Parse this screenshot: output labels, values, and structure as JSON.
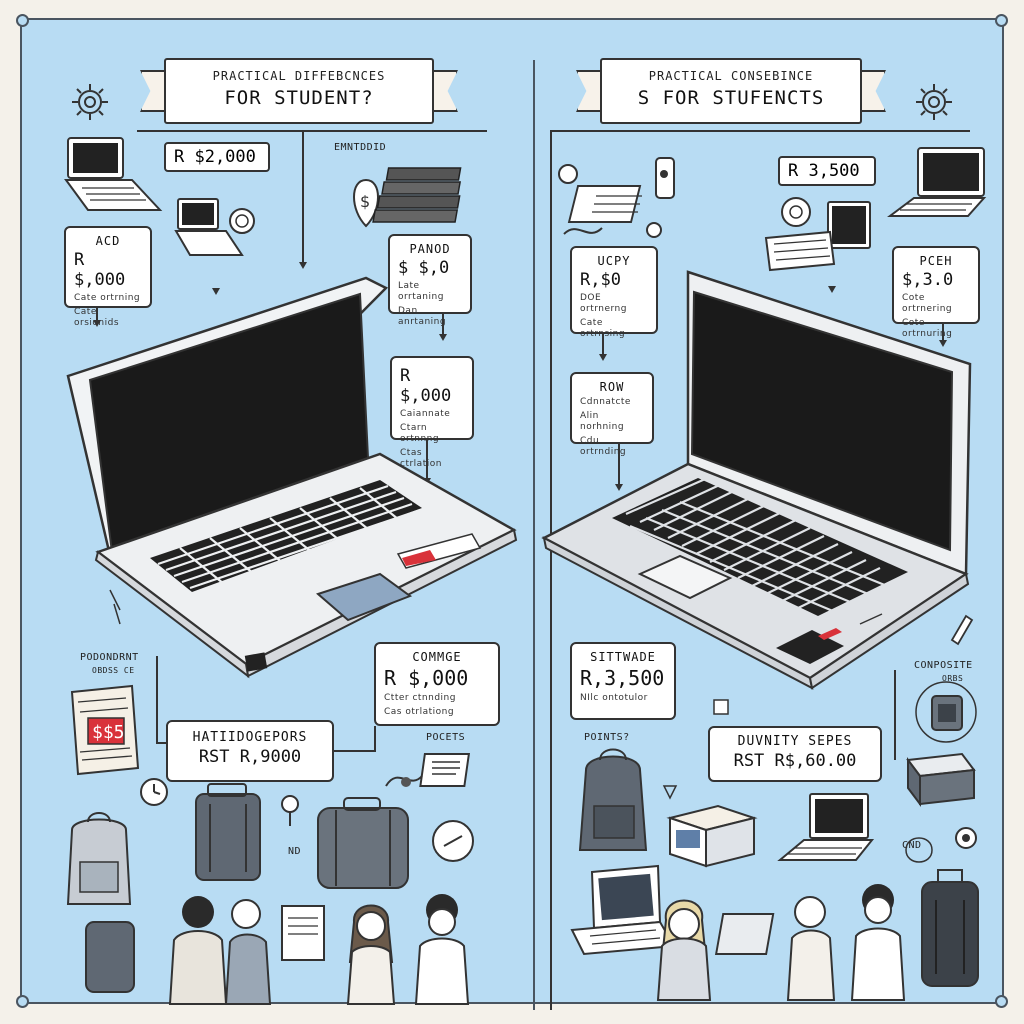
{
  "left": {
    "banner": {
      "line1": "PRACTICAL DIFFEBCNCES",
      "line2": "FOR STUDENT?"
    },
    "top_price": "R $2,000",
    "top_label": "EMNTDDID",
    "card_a": {
      "head": "ACD",
      "price": "R $,000",
      "fine1": "Cate ortrning",
      "fine2": "Cate orsionids"
    },
    "card_b": {
      "head": "PANOD",
      "price": "$ $,0",
      "fine1": "Late orrtaning",
      "fine2": "Dan anrtaning"
    },
    "card_c": {
      "head": "",
      "price": "R $,000",
      "fine1": "Caiannate",
      "fine2": "Ctarn ortnnng",
      "fine3": "Ctas ctrlation"
    },
    "card_d": {
      "head": "COMMGE",
      "price": "R $,000",
      "fine1": "Ctter ctnnding",
      "fine2": "Cas otrlationg"
    },
    "card_e": {
      "line1": "HATIIDOGEPORS",
      "line2": "RST  R,9000"
    },
    "label_product": "PODONDRNT",
    "label_product_sub": "OBDSS CE",
    "label_product_book": "$$5",
    "label_rocets": "POCETS",
    "label_nd": "ND"
  },
  "right": {
    "banner": {
      "line1": "PRACTICAL CONSEBINCE",
      "line2": "S FOR STUFENCTS"
    },
    "top_price": "R 3,500",
    "card_a": {
      "head": "UCPY",
      "price": "R,$0",
      "fine1": "DOE ortrnerng",
      "fine2": "Cate ortrnsing"
    },
    "card_b": {
      "head": "PCEH",
      "price": "$,3.0",
      "fine1": "Cote ortrnering",
      "fine2": "Cote ortrnuring"
    },
    "card_c": {
      "head": "ROW",
      "price": "",
      "fine1": "Cdnnatcte",
      "fine2": "Alin norhning",
      "fine3": "Cdu ortrnding"
    },
    "card_d": {
      "head": "SITTWADE",
      "price": "R,3,500",
      "fine1": "NIlc ontotulor"
    },
    "card_e": {
      "line1": "DUVNITY SEPES",
      "line2": "RST R$,60.00"
    },
    "label_comp": "CONPOSITE",
    "label_comp_sub": "ORBS",
    "label_points": "POINTS?",
    "label_cnd": "CND"
  },
  "colors": {
    "background": "#b8dcf3",
    "ink": "#333333",
    "screen": "#1a1a1a",
    "laptop_body": "#eef0f2",
    "accent_red": "#d9323a"
  }
}
